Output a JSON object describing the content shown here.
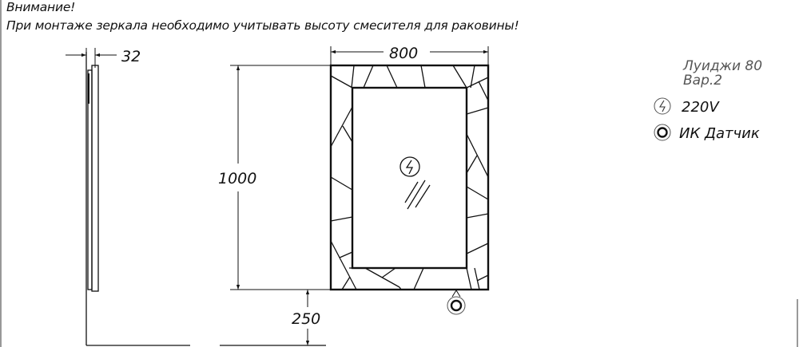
{
  "notice": {
    "title": "Внимание!",
    "text": "При монтаже зеркала необходимо учитывать высоту смесителя для раковины!"
  },
  "dimensions": {
    "depth": "32",
    "width": "800",
    "height": "1000",
    "floor_offset": "250"
  },
  "legend": {
    "model": "Луиджи  80",
    "variant": "Вар.2",
    "power_icon": "lightning-circle-icon",
    "power_label": "220V",
    "sensor_icon": "ir-sensor-circle-icon",
    "sensor_label": "ИК  Датчик"
  },
  "colors": {
    "line": "#111111",
    "background": "#ffffff"
  }
}
